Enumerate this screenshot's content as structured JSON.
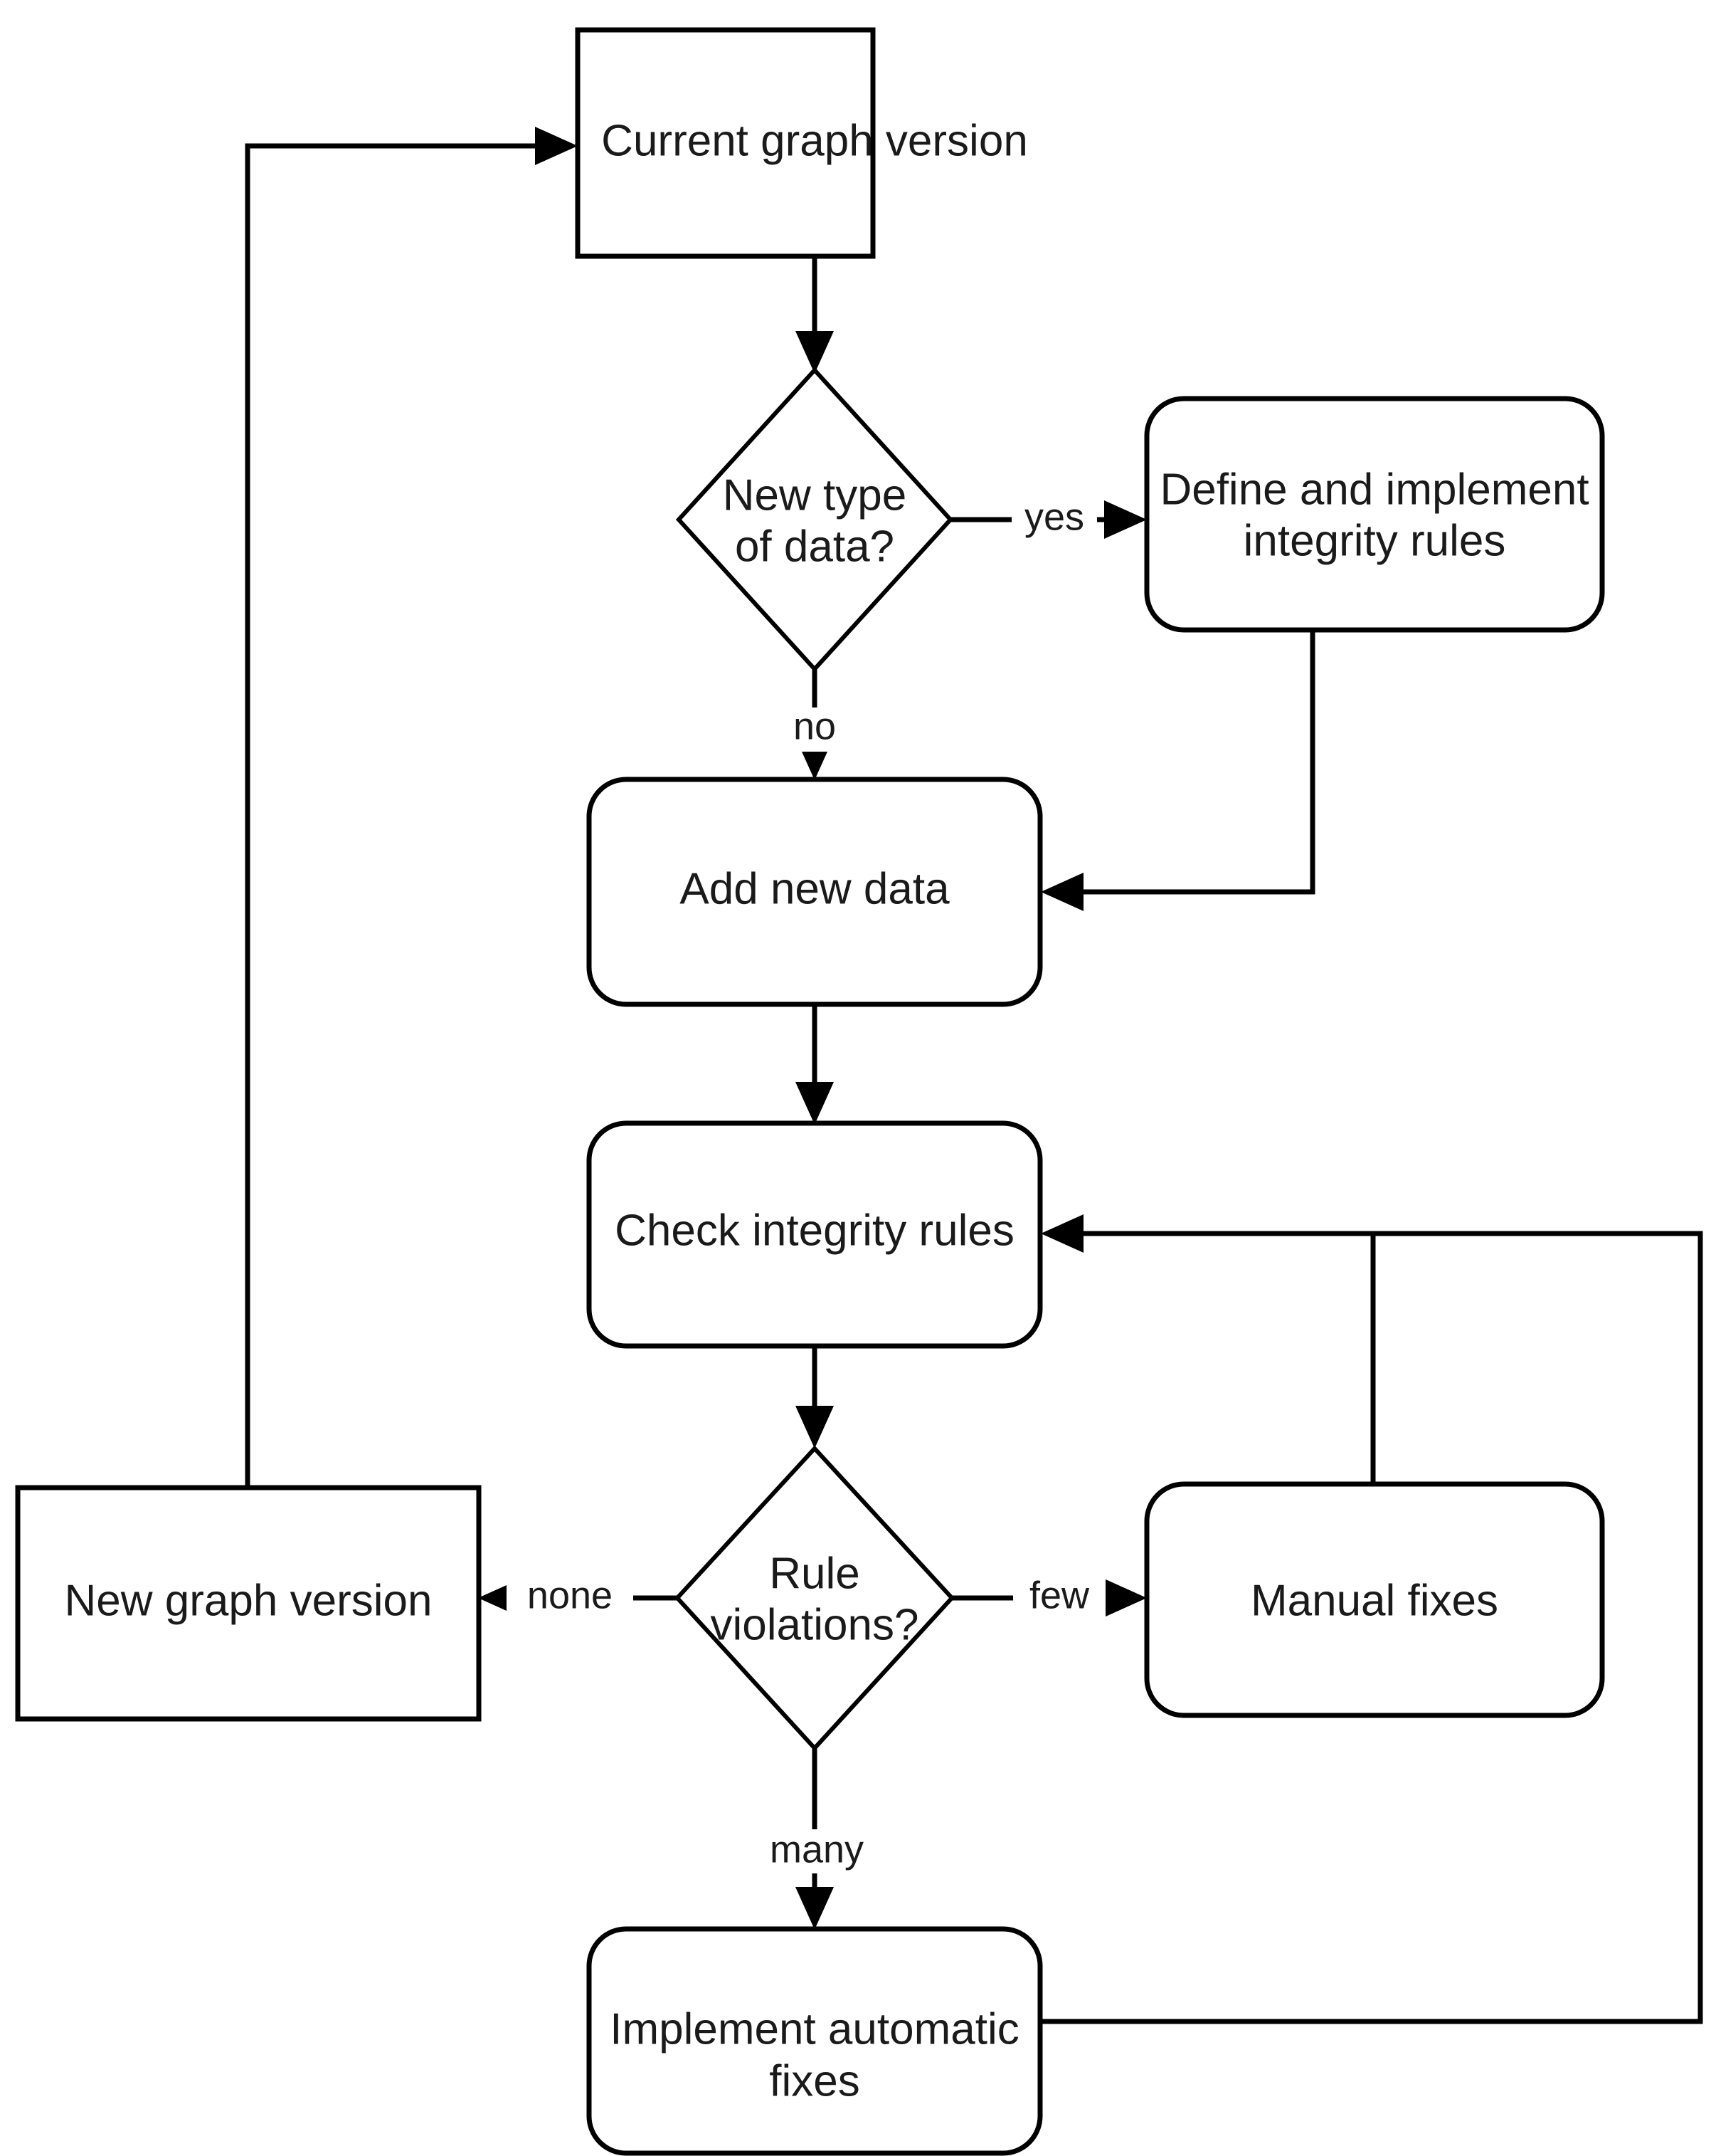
{
  "diagram": {
    "type": "flowchart",
    "title": "Graph data integrity workflow",
    "background_color": "#ffffff",
    "line_color": "#000000",
    "text_color": "#1a1a1a",
    "nodes": {
      "current_graph_version": {
        "label": "Current graph version",
        "shape": "rectangle"
      },
      "new_type_of_data": {
        "label_line1": "New type",
        "label_line2": "of data?",
        "shape": "diamond"
      },
      "define_integrity_rules": {
        "label_line1": "Define and implement",
        "label_line2": "integrity rules",
        "shape": "rounded-rectangle"
      },
      "add_new_data": {
        "label": "Add new data",
        "shape": "rounded-rectangle"
      },
      "check_integrity_rules": {
        "label": "Check integrity rules",
        "shape": "rounded-rectangle"
      },
      "rule_violations": {
        "label_line1": "Rule",
        "label_line2": "violations?",
        "shape": "diamond"
      },
      "new_graph_version": {
        "label": "New graph version",
        "shape": "rectangle"
      },
      "manual_fixes": {
        "label": "Manual fixes",
        "shape": "rounded-rectangle"
      },
      "implement_automatic_fixes": {
        "label_line1": "Implement automatic",
        "label_line2": "fixes",
        "shape": "rounded-rectangle"
      }
    },
    "edge_labels": {
      "yes": "yes",
      "no": "no",
      "none": "none",
      "few": "few",
      "many": "many"
    }
  }
}
